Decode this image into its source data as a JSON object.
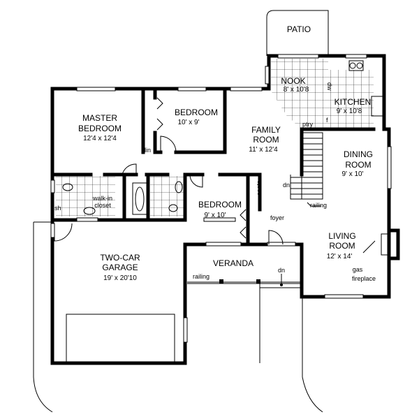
{
  "rooms": {
    "patio": {
      "name": "PATIO"
    },
    "nook": {
      "name": "NOOK",
      "size": "8' x 10'8"
    },
    "kitchen": {
      "name": "KITCHEN",
      "size": "9' x 10'8"
    },
    "master_bedroom": {
      "name_line1": "MASTER",
      "name_line2": "BEDROOM",
      "size": "12'4 x 12'4"
    },
    "bedroom_2": {
      "name": "BEDROOM",
      "size": "10' x 9'"
    },
    "family_room": {
      "name_line1": "FAMILY",
      "name_line2": "ROOM",
      "size": "11' x 12'4"
    },
    "dining_room": {
      "name_line1": "DINING",
      "name_line2": "ROOM",
      "size": "9' x 10'"
    },
    "bedroom_3": {
      "name": "BEDROOM",
      "size": "9' x 10'"
    },
    "living_room": {
      "name_line1": "LIVING",
      "name_line2": "ROOM",
      "size": "12' x 14'"
    },
    "garage": {
      "name_line1": "TWO-CAR",
      "name_line2": "GARAGE",
      "size": "19' x 20'10"
    },
    "veranda": {
      "name": "VERANDA"
    }
  },
  "labels": {
    "dw": "dw",
    "ptry": "ptry",
    "f": "f",
    "lin": "lin",
    "walkin_line1": "walk-in",
    "walkin_line2": "closet",
    "sh": "sh",
    "coats": "coats",
    "foyer": "foyer",
    "dn_stairs": "dn",
    "railing_stairs": "railing",
    "railing_veranda": "railing",
    "dn_veranda": "dn",
    "gas": "gas",
    "fireplace": "fireplace"
  }
}
